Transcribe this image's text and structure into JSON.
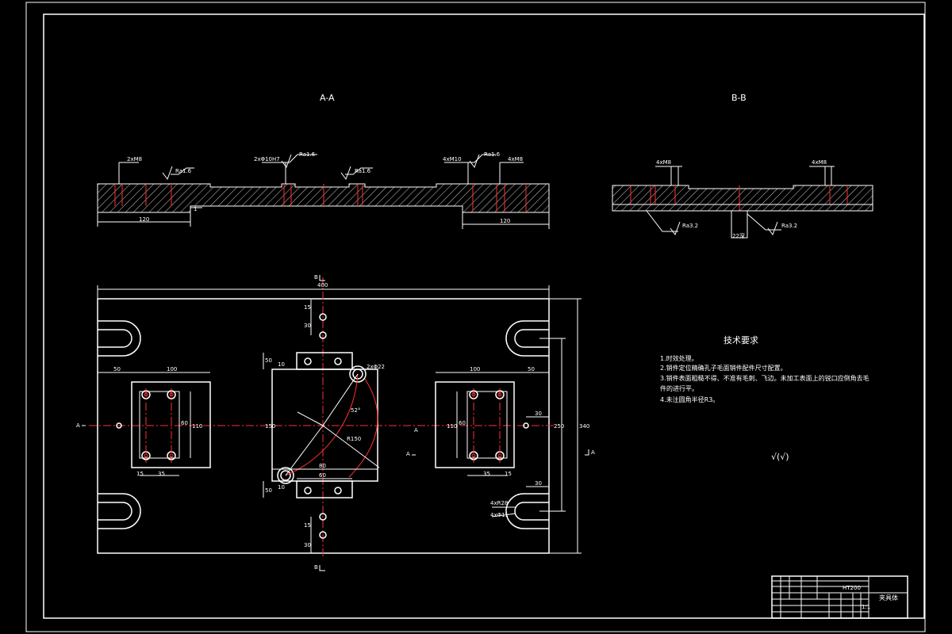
{
  "sections": {
    "aa_label": "A-A",
    "bb_label": "B-B"
  },
  "section_aa": {
    "callouts": [
      "2xM8",
      "Ra1.6",
      "2xΦ10H7",
      "Ra1.6",
      "Ra1.6",
      "4xM10",
      "Ra1.6",
      "4xM8"
    ],
    "dims": {
      "left": "120",
      "right": "120",
      "small": "1"
    }
  },
  "section_bb": {
    "callouts": [
      "4xM8",
      "4xM8",
      "Ra3.2",
      "Ra3.2",
      "22深"
    ]
  },
  "plan": {
    "dims": {
      "overall_width": "400",
      "overall_height": "340",
      "right_inner": "250",
      "left_50": "50",
      "left_100": "100",
      "right_100": "100",
      "right_50": "50",
      "left_110": "110",
      "left_60": "60",
      "right_110": "110",
      "right_60": "60",
      "left_15": "15",
      "left_35": "35",
      "right_15": "15",
      "right_35": "35",
      "center_150": "150",
      "center_80": "80",
      "center_60": "60",
      "center_50": "50",
      "center_10": "10",
      "top_15": "15",
      "top_30": "30",
      "bottom_15": "15",
      "bottom_30": "30",
      "right_30a": "30",
      "right_30b": "30",
      "radius": "R150",
      "angle": "52°",
      "top_hole": "2xΦ22",
      "slot_a": "4xR28",
      "slot_b": "4xΦ11"
    },
    "markers": {
      "b_top": "B",
      "b_bottom": "B",
      "a_left": "A",
      "a_right": "A",
      "a_mid": "A",
      "a_mid2": "A"
    }
  },
  "notes": {
    "title": "技术要求",
    "items": [
      "1.时效处理。",
      "2.销件定位精确孔子毛面销件配件尺寸配置。",
      "3.销件表面粗糙不得、不准有毛刺、飞边。未加工表面上的锐口应倒角去毛",
      "件的进行平。",
      "4.未注圆角半径R3。"
    ],
    "roughness": "√(√)"
  },
  "title_block": {
    "material": "HT200",
    "name": "夹具体",
    "scale": "1:1"
  }
}
